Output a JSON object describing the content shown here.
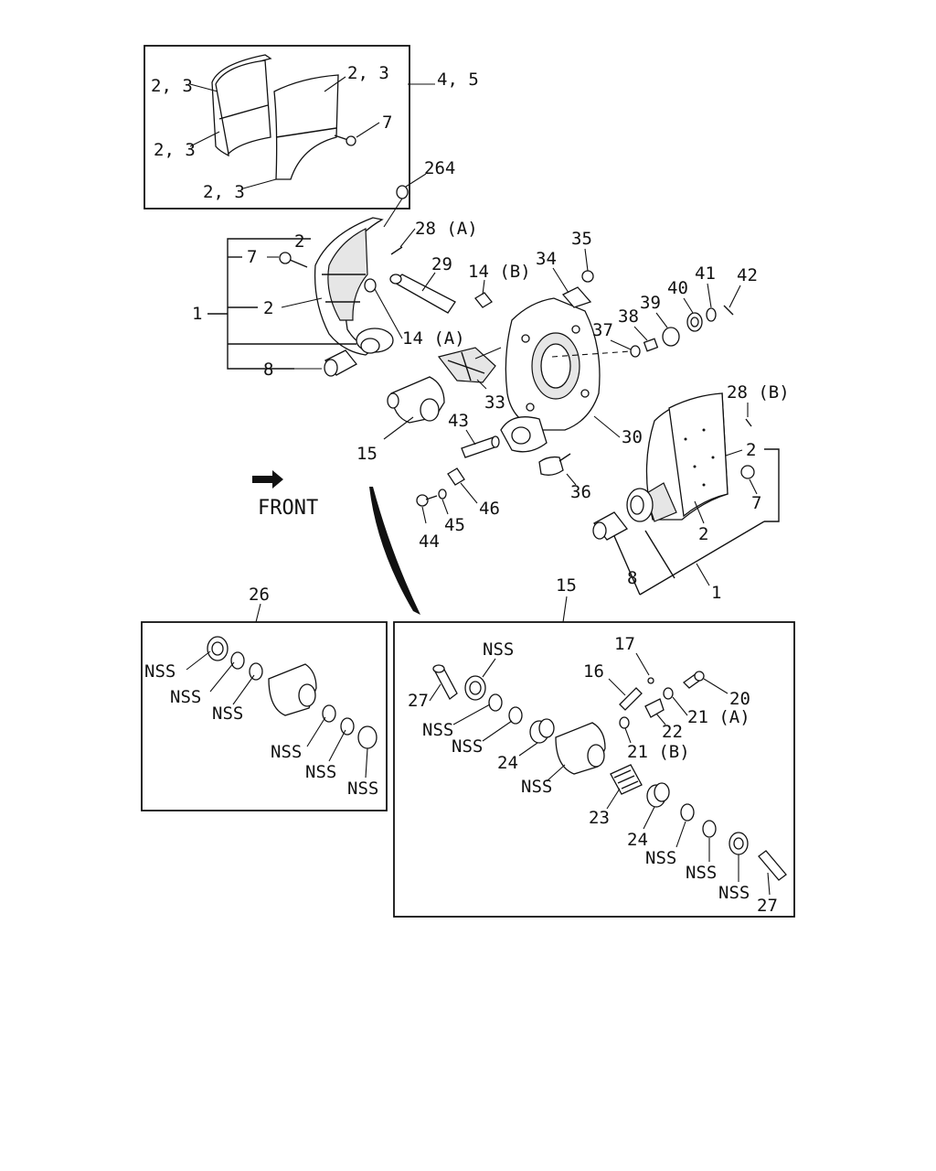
{
  "front_label": "FRONT",
  "callouts": {
    "c_23a": "2, 3",
    "c_23b": "2, 3",
    "c_23c": "2, 3",
    "c_23d": "2, 3",
    "c_45": "4, 5",
    "c_7top": "7",
    "c_264": "264",
    "c_2a": "2",
    "c_28a": "28 (A)",
    "c_7left": "7",
    "c_29": "29",
    "c_14b": "14 (B)",
    "c_35": "35",
    "c_34": "34",
    "c_1left": "1",
    "c_2b": "2",
    "c_14a": "14 (A)",
    "c_41": "41",
    "c_42": "42",
    "c_40": "40",
    "c_39": "39",
    "c_38": "38",
    "c_37": "37",
    "c_8left": "8",
    "c_33": "33",
    "c_28b": "28 (B)",
    "c_15": "15",
    "c_43": "43",
    "c_30": "30",
    "c_2c": "2",
    "c_36": "36",
    "c_7right": "7",
    "c_46": "46",
    "c_45b": "45",
    "c_44": "44",
    "c_2d": "2",
    "c_8right": "8",
    "c_1right": "1",
    "c_26box": "26",
    "c_15box": "15",
    "c_nss1": "NSS",
    "c_nss2": "NSS",
    "c_nss3": "NSS",
    "c_nss4": "NSS",
    "c_nss5": "NSS",
    "c_nss6": "NSS",
    "c_17": "17",
    "c_nss7": "NSS",
    "c_16": "16",
    "c_20": "20",
    "c_27a": "27",
    "c_21a": "21 (A)",
    "c_nss8": "NSS",
    "c_22": "22",
    "c_nss9": "NSS",
    "c_21b": "21 (B)",
    "c_24a": "24",
    "c_nss10": "NSS",
    "c_23": "23",
    "c_24b": "24",
    "c_nss11": "NSS",
    "c_nss12": "NSS",
    "c_nss13": "NSS",
    "c_27b": "27"
  }
}
